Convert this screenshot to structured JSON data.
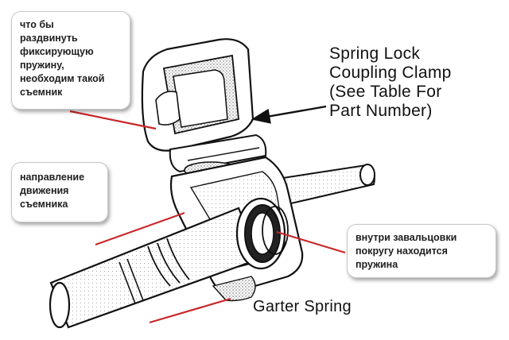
{
  "callouts": {
    "puller_needed": [
      "что бы",
      "раздвинуть",
      "фиксирующую",
      "пружину,",
      "необходим такой",
      "съемник"
    ],
    "puller_direction": [
      "направление",
      "движения",
      "съемника"
    ],
    "spring_inside": [
      "внутри завальцовки",
      "покругу находится",
      "пружина"
    ]
  },
  "labels": {
    "spring_lock_clamp": [
      "Spring Lock",
      "Coupling Clamp",
      "(See Table For",
      "Part Number)"
    ],
    "garter_spring": "Garter Spring"
  },
  "colors": {
    "arrow": "#c8282a",
    "ink": "#111111",
    "callout_border": "#c8c8c8"
  }
}
